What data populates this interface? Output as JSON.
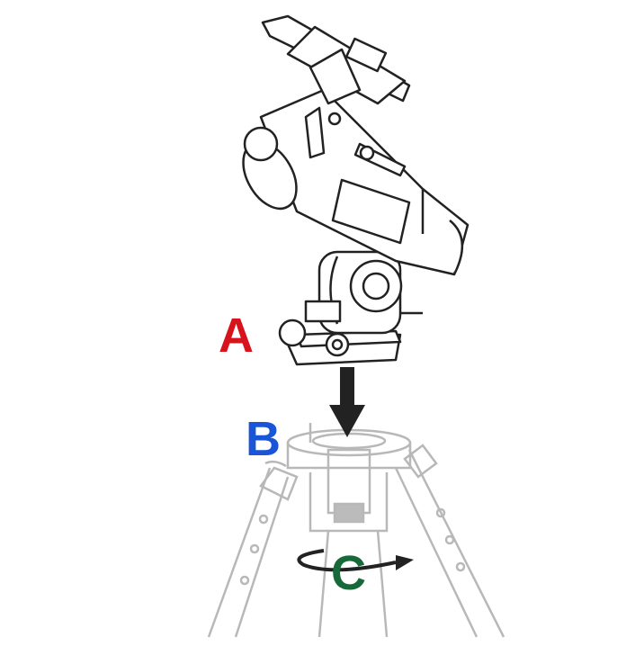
{
  "labels": {
    "a": {
      "text": "A",
      "color": "#d7141b"
    },
    "b": {
      "text": "B",
      "color": "#1a55d8"
    },
    "c": {
      "text": "C",
      "color": "#17693a"
    }
  },
  "colors": {
    "mount_line": "#222222",
    "tripod_line": "#b8b8b8",
    "arrow": "#222222"
  }
}
